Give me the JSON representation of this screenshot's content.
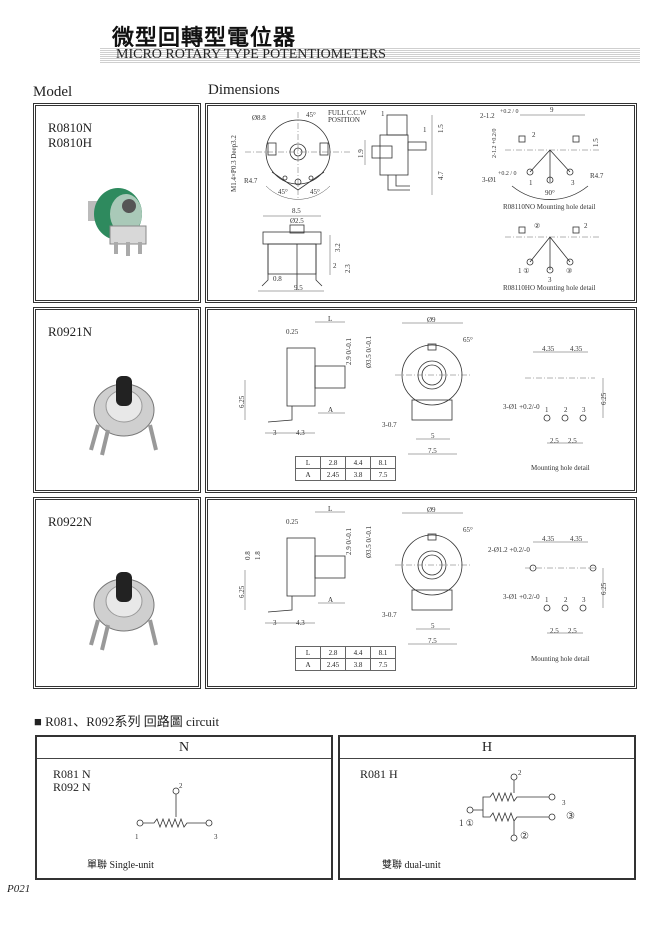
{
  "header": {
    "title_cn": "微型回轉型電位器",
    "title_en": "MICRO ROTARY TYPE POTENTIOMETERS"
  },
  "columns": {
    "model": "Model",
    "dimensions": "Dimensions"
  },
  "models": [
    {
      "names": [
        "R0810N",
        "R0810H"
      ]
    },
    {
      "names": [
        "R0921N"
      ]
    },
    {
      "names": [
        "R0922N"
      ]
    }
  ],
  "dims_r0810": {
    "phi88": "Ø8.8",
    "ang45a": "45°",
    "fullccw": "FULL C.C.W",
    "position": "POSITION",
    "screw": "M1.4×P0.3 Deep3.2",
    "r47": "R4.7",
    "ang45b": "45°",
    "ang45c": "45°",
    "s1": "1",
    "s15": "1.5",
    "s1b": "1",
    "s19": "1.9",
    "s47": "4.7",
    "h212": "2-1.2",
    "tol": "+0.2 / 0",
    "h9": "9",
    "h2": "2",
    "h212v": "2-1.2 +0.2/0",
    "h15": "1.5",
    "h3phi": "3-Ø1",
    "tol2": "+0.2 / 0",
    "p1": "1",
    "p3": "3",
    "a90": "90°",
    "r47b": "R4.7",
    "cap_no": "R08110NO Mounting hole detail",
    "b85": "8.5",
    "phi25": "Ø2.5",
    "b32": "3.2",
    "b2": "2",
    "b23": "2.3",
    "b08": "0.8",
    "b95": "9.5",
    "c2": "②",
    "c2b": "2",
    "c1": "1 ①",
    "c3": "3",
    "c3c": "③",
    "cap_ho": "R08110HO Mounting hole detail"
  },
  "dims_r0921": {
    "L": "L",
    "t025": "0.25",
    "d29": "2.9 0/-0.1",
    "d35": "Ø3.5 0/-0.1",
    "d625": "6.25",
    "A": "A",
    "d3": "3",
    "d43": "4.3",
    "phi9": "Ø9",
    "a65": "65°",
    "d307": "3-0.7",
    "d5": "5",
    "d75": "7.5",
    "m435a": "4.35",
    "m435b": "4.35",
    "m625": "6.25",
    "m3phi": "3-Ø1 +0.2/-0",
    "p1": "1",
    "p2": "2",
    "p3": "3",
    "m25a": "2.5",
    "m25b": "2.5",
    "cap": "Mounting hole detail"
  },
  "dims_r0922": {
    "L": "L",
    "t025": "0.25",
    "d29": "2.9 0/-0.1",
    "d35": "Ø3.5 0/-0.1",
    "d08": "0.8",
    "d18": "1.8",
    "d625": "6.25",
    "A": "A",
    "d3": "3",
    "d43": "4.3",
    "phi9": "Ø9",
    "a65": "65°",
    "d307": "3-0.7",
    "d5": "5",
    "d75": "7.5",
    "m212": "2-Ø1.2 +0.2/-0",
    "m435a": "4.35",
    "m435b": "4.35",
    "m625": "6.25",
    "m3phi": "3-Ø1 +0.2/-0",
    "p1": "1",
    "p2": "2",
    "p3": "3",
    "m25a": "2.5",
    "m25b": "2.5",
    "cap": "Mounting hole detail"
  },
  "la_table": {
    "rows": [
      [
        "L",
        "2.8",
        "4.4",
        "8.1"
      ],
      [
        "A",
        "2.45",
        "3.8",
        "7.5"
      ]
    ]
  },
  "circuit": {
    "section_title": "R081、R092系列  回路圖 circuit",
    "n": {
      "header": "N",
      "models": [
        "R081  N",
        "R092  N"
      ],
      "pin1": "1",
      "pin2": "2",
      "pin3": "3",
      "caption": "單聯 Single-unit"
    },
    "h": {
      "header": "H",
      "models": [
        "R081  H"
      ],
      "pin1": "1 ①",
      "pin2": "2",
      "pin3": "3",
      "pin2c": "②",
      "pin3c": "③",
      "caption": "雙聯 dual-unit"
    }
  },
  "page_number": "P021"
}
